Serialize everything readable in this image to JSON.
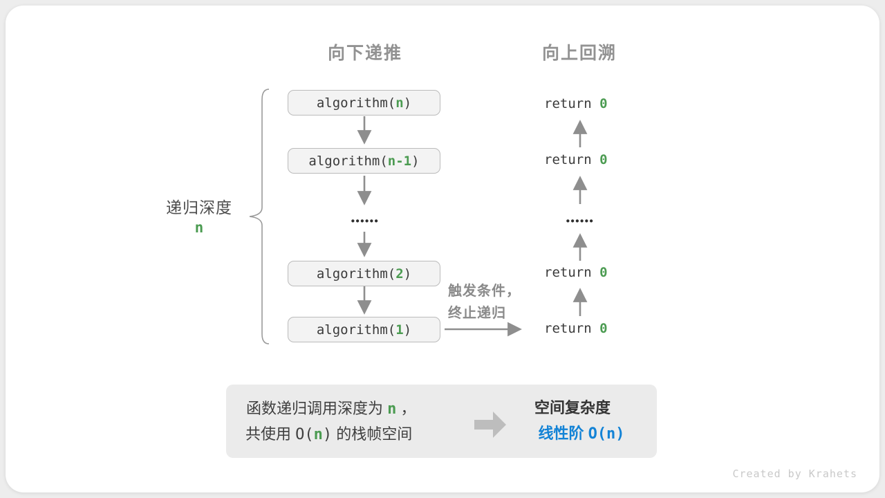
{
  "colors": {
    "green": "#4b9b51",
    "blue": "#1383d6",
    "arrow_gray": "#8e8e8e",
    "header_gray": "#929292",
    "box_fill": "#f3f3f3",
    "box_border": "#bbbbbb",
    "summary_fill": "#ebebeb"
  },
  "headers": {
    "down": "向下递推",
    "up": "向上回溯"
  },
  "depth": {
    "label": "递归深度",
    "value": "n"
  },
  "flow": {
    "calls": [
      {
        "pre": "algorithm(",
        "arg": "n",
        "post": ")"
      },
      {
        "pre": "algorithm(",
        "arg": "n-1",
        "post": ")"
      },
      {
        "pre": "algorithm(",
        "arg": "2",
        "post": ")"
      },
      {
        "pre": "algorithm(",
        "arg": "1",
        "post": ")"
      }
    ],
    "returns": [
      {
        "pre": "return ",
        "val": "0"
      },
      {
        "pre": "return ",
        "val": "0"
      },
      {
        "pre": "return ",
        "val": "0"
      },
      {
        "pre": "return ",
        "val": "0"
      }
    ],
    "dots": "••••••",
    "note_line1": "触发条件，",
    "note_line2": "终止递归"
  },
  "summary": {
    "l1_pre": "函数递归调用深度为 ",
    "l1_n": "n",
    "l1_post": " ，",
    "l2_pre": "共使用 ",
    "l2_o_open": "O(",
    "l2_n": "n",
    "l2_o_close": ")",
    "l2_post": " 的栈帧空间",
    "title": "空间复杂度",
    "result_label": "线性阶 ",
    "result_o": "O(n)"
  },
  "credit": "Created by Krahets"
}
